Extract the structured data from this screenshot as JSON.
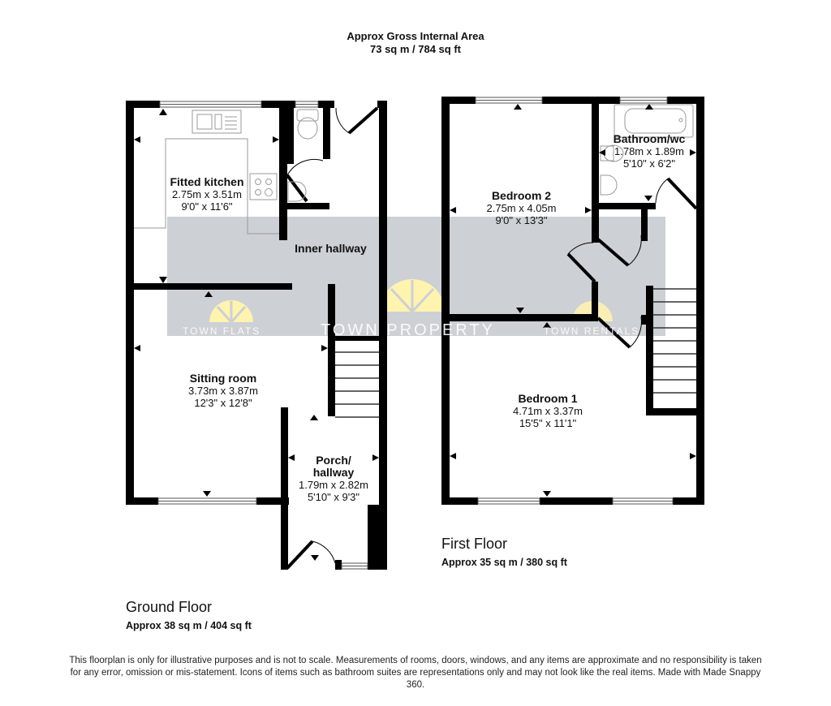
{
  "header": {
    "title": "Approx Gross Internal Area",
    "total_area": "73 sq m / 784 sq ft"
  },
  "floors": [
    {
      "name": "Ground Floor",
      "area": "Approx 38 sq m / 404 sq ft",
      "rooms": [
        {
          "name": "Fitted kitchen",
          "metric": "2.75m x 3.51m",
          "imperial": "9'0\" x 11'6\""
        },
        {
          "name": "Inner hallway"
        },
        {
          "name": "Sitting room",
          "metric": "3.73m x 3.87m",
          "imperial": "12'3\" x 12'8\""
        },
        {
          "name_line1": "Porch/",
          "name_line2": "hallway",
          "metric": "1.79m x 2.82m",
          "imperial": "5'10\" x 9'3\""
        }
      ]
    },
    {
      "name": "First Floor",
      "area": "Approx 35 sq m / 380 sq ft",
      "rooms": [
        {
          "name": "Bedroom 2",
          "metric": "2.75m x 4.05m",
          "imperial": "9'0\" x 13'3\""
        },
        {
          "name": "Bathroom/wc",
          "metric": "1.78m x 1.89m",
          "imperial": "5'10\" x 6'2\""
        },
        {
          "name": "Bedroom 1",
          "metric": "4.71m x 3.37m",
          "imperial": "15'5\" x 11'1\""
        }
      ]
    }
  ],
  "watermark": {
    "left": "TOWN FLATS",
    "center": "TOWN PROPERTY",
    "right": "TOWN RENTALS",
    "band_color": "#cdd0d4",
    "logo_color": "#fff3b0"
  },
  "colors": {
    "wall": "#000000",
    "fixture": "#9a9a9a",
    "background": "#ffffff"
  },
  "disclaimer": "This floorplan is only for illustrative purposes and is not to scale. Measurements of rooms, doors, windows, and any items are approximate and no responsibility is taken for any error, omission or mis-statement. Icons of items such as bathroom suites are representations only and may not look like the real items. Made with Made Snappy 360."
}
